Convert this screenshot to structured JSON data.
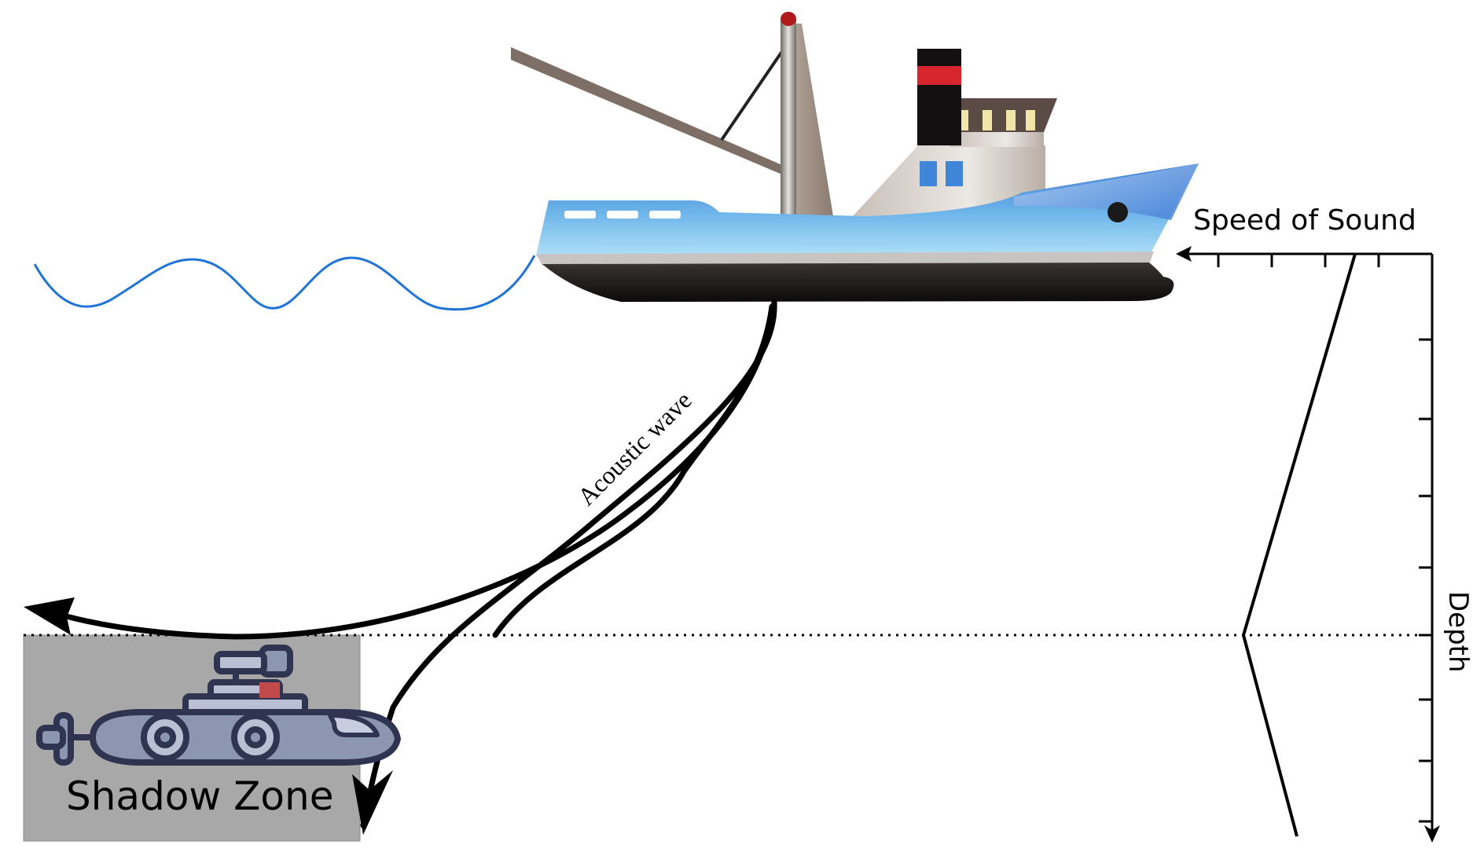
{
  "labels": {
    "speed_of_sound": "Speed of Sound",
    "depth": "Depth",
    "acoustic_wave": "Acoustic wave",
    "shadow_zone": "Shadow Zone"
  },
  "colors": {
    "water_wave": "#1f74d6",
    "hull_blue": "#4a8fde",
    "hull_blue_light": "#9fd4f4",
    "hull_black": "#1a1414",
    "shadow_zone_fill": "#a8a8a8",
    "submarine_body": "#8d96b0",
    "submarine_outline": "#2f3450",
    "funnel_red": "#d8262e",
    "ray": "#000000"
  },
  "icons": {
    "ship": "fishing-boat-icon",
    "submarine": "submarine-icon"
  },
  "axis": {
    "speed_ticks": 5,
    "depth_ticks": 8
  }
}
